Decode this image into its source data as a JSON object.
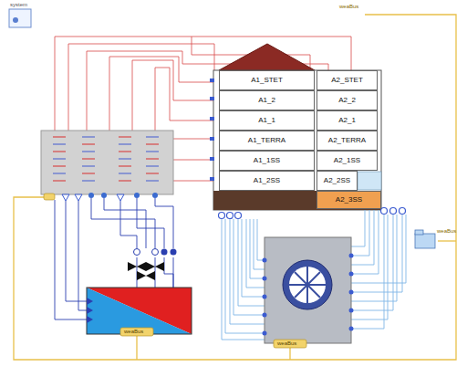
{
  "diagram": {
    "nodes": [
      {
        "text": [
          "A1_STET"
        ]
      },
      {
        "text": [
          "A2_STET"
        ]
      },
      {
        "text": [
          "A1_2"
        ]
      },
      {
        "text": [
          "A2_2"
        ]
      },
      {
        "text": [
          "A1_1"
        ]
      },
      {
        "text": [
          "A2_1"
        ]
      },
      {
        "text": [
          "A1_TERRA"
        ]
      },
      {
        "text": [
          "A2_TERRA"
        ]
      },
      {
        "text": [
          "A1_1SS"
        ]
      },
      {
        "text": [
          "A2_1SS"
        ]
      },
      {
        "text": [
          "A1_2SS"
        ]
      },
      {
        "text": [
          "A2_2SS"
        ]
      },
      {
        "text": [
          "A2_3SS"
        ]
      }
    ],
    "labels": [
      "system",
      "weaBus",
      "weaBus",
      "weaBus",
      "weaBus"
    ]
  }
}
